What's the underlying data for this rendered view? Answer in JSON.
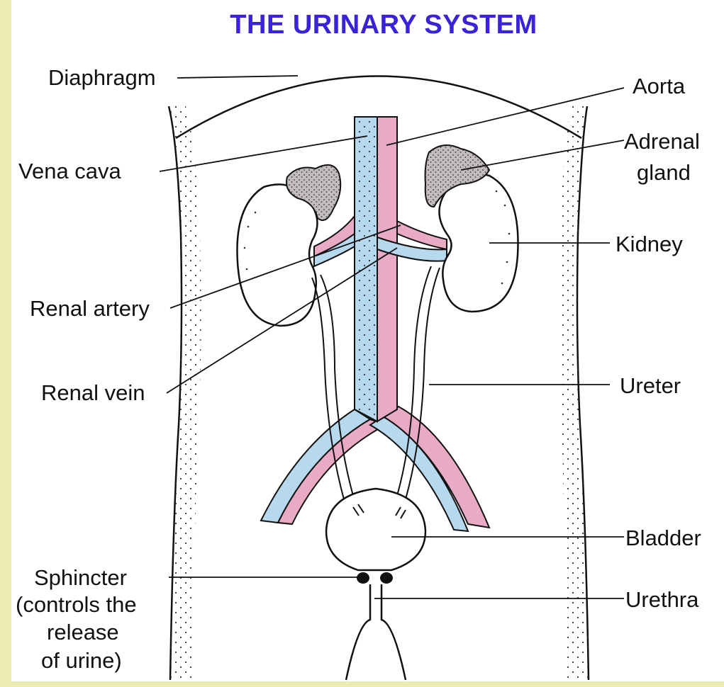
{
  "title": "THE URINARY SYSTEM",
  "colors": {
    "title": "#3a22d6",
    "sidebar": "#ecebb2",
    "aorta": "#e9aac4",
    "vena_cava": "#b7d9ee",
    "adrenal": "#c2bcbe",
    "outline": "#111111"
  },
  "labels": {
    "diaphragm": "Diaphragm",
    "aorta": "Aorta",
    "vena_cava": "Vena cava",
    "adrenal_1": "Adrenal",
    "adrenal_2": "gland",
    "kidney": "Kidney",
    "renal_artery": "Renal artery",
    "renal_vein": "Renal vein",
    "ureter": "Ureter",
    "bladder": "Bladder",
    "sphincter_1": "Sphincter",
    "sphincter_2": "(controls the",
    "sphincter_3": "release",
    "sphincter_4": "of urine)",
    "urethra": "Urethra"
  }
}
